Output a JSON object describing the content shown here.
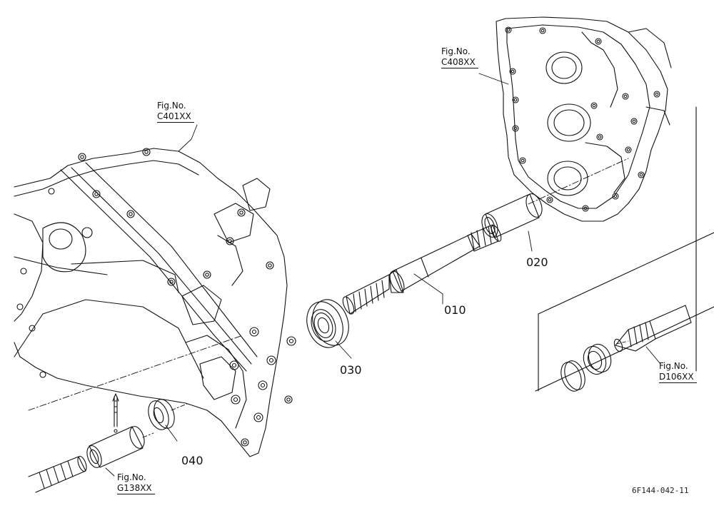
{
  "figure_refs": {
    "c408": {
      "title": "Fig.No.",
      "code": "C408XX"
    },
    "c401": {
      "title": "Fig.No.",
      "code": "C401XX"
    },
    "d106": {
      "title": "Fig.No.",
      "code": "D106XX"
    },
    "g138": {
      "title": "Fig.No.",
      "code": "G138XX"
    }
  },
  "part_labels": {
    "p010": "010",
    "p020": "020",
    "p030": "030",
    "p040": "040"
  },
  "document_id": "6F144-042-11",
  "colors": {
    "line": "#111111",
    "background": "#ffffff"
  }
}
